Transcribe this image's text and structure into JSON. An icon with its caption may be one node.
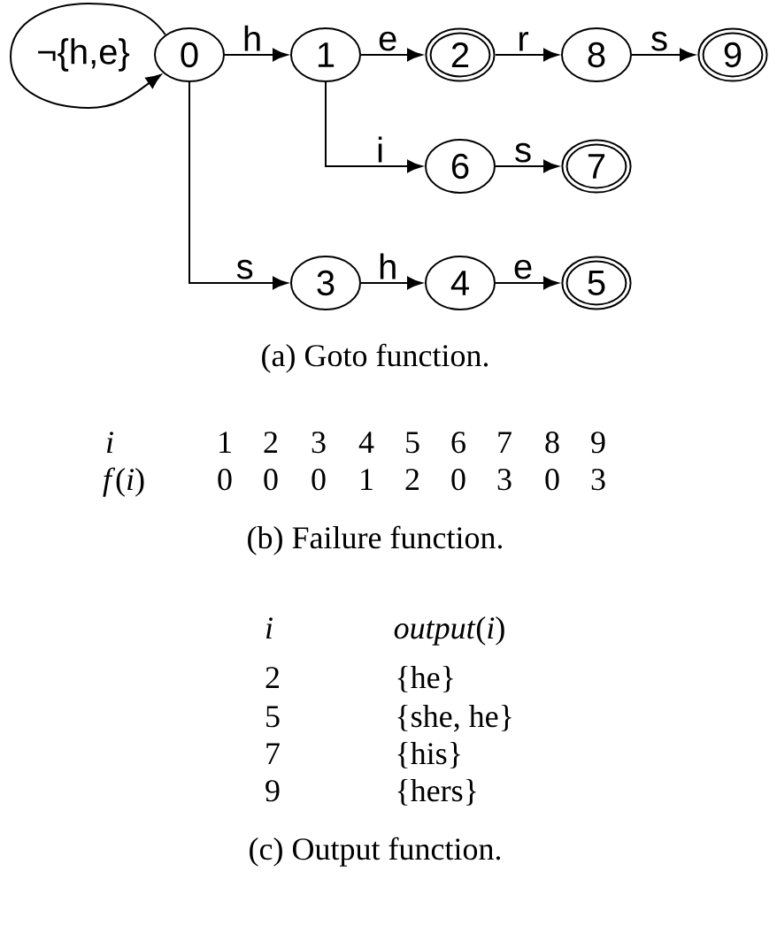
{
  "diagram": {
    "nodes": [
      {
        "text": [
          "0"
        ]
      },
      {
        "text": [
          "1"
        ]
      },
      {
        "text": [
          "2"
        ]
      },
      {
        "text": [
          "8"
        ]
      },
      {
        "text": [
          "9"
        ]
      },
      {
        "text": [
          "6"
        ]
      },
      {
        "text": [
          "7"
        ]
      },
      {
        "text": [
          "3"
        ]
      },
      {
        "text": [
          "4"
        ]
      },
      {
        "text": [
          "5"
        ]
      }
    ],
    "edges": [
      {
        "from": 0,
        "to": 0,
        "label": "¬{h,e}",
        "arrow": "to"
      },
      {
        "from": 0,
        "to": 1,
        "label": "h",
        "arrow": "to"
      },
      {
        "from": 1,
        "to": 2,
        "label": "e",
        "arrow": "to"
      },
      {
        "from": 2,
        "to": 3,
        "label": "r",
        "arrow": "to"
      },
      {
        "from": 3,
        "to": 4,
        "label": "s",
        "arrow": "to"
      },
      {
        "from": 1,
        "to": 5,
        "label": "i",
        "arrow": "to"
      },
      {
        "from": 5,
        "to": 6,
        "label": "s",
        "arrow": "to"
      },
      {
        "from": 0,
        "to": 7,
        "label": "s",
        "arrow": "to"
      },
      {
        "from": 7,
        "to": 8,
        "label": "h",
        "arrow": "to"
      },
      {
        "from": 8,
        "to": 9,
        "label": "e",
        "arrow": "to"
      }
    ],
    "labels": [
      "(a) Goto function.",
      "i",
      "1",
      "2",
      "3",
      "4",
      "5",
      "6",
      "7",
      "8",
      "9",
      "*f*(*i*)",
      "0",
      "0",
      "0",
      "1",
      "2",
      "0",
      "3",
      "0",
      "3",
      "(b) Failure function.",
      "i",
      "*output*(*i*)",
      "2",
      "{he}",
      "5",
      "{she, he}",
      "7",
      "{his}",
      "9",
      "{hers}",
      "(c) Output function."
    ]
  }
}
